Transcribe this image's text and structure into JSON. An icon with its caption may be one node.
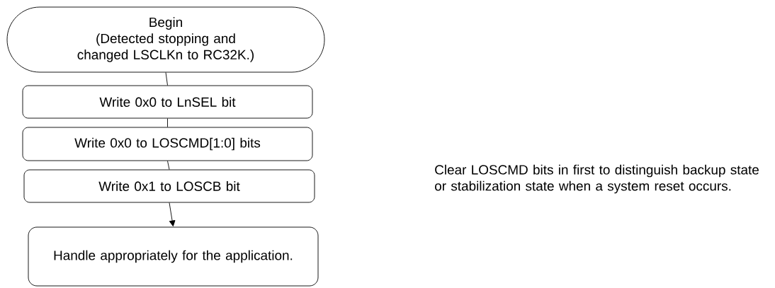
{
  "diagram": {
    "nodes": [
      {
        "text": [
          "Begin",
          "(Detected stopping and changed LSCLKn to RC32K.)"
        ]
      },
      {
        "text": [
          "Write 0x0 to LnSEL bit"
        ]
      },
      {
        "text": [
          "Write 0x0 to LOSCMD[1:0] bits"
        ]
      },
      {
        "text": [
          "Write 0x1 to LOSCB bit"
        ]
      },
      {
        "text": [
          "Handle appropriately for the application."
        ]
      }
    ],
    "edges": [
      {
        "from": 0,
        "to": 1,
        "arrow": "none"
      },
      {
        "from": 1,
        "to": 2,
        "arrow": "none"
      },
      {
        "from": 2,
        "to": 3,
        "arrow": "none"
      },
      {
        "from": 3,
        "to": 4,
        "arrow": "to"
      }
    ],
    "labels": [
      "Clear LOSCMD bits in first to distinguish backup state or stabilization state when a system reset occurs."
    ]
  }
}
